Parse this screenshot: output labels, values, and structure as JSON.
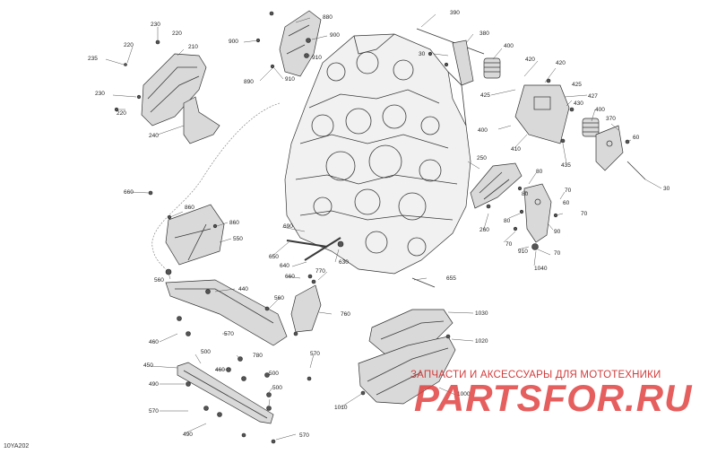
{
  "diagram_code": "10YA202",
  "watermark": {
    "tagline": "ЗАПЧАСТИ И АКСЕССУАРЫ ДЛЯ МОТОТЕХНИКИ",
    "logo_text": "PARTSFOR.RU"
  },
  "callouts": [
    {
      "id": "c230a",
      "text": "230"
    },
    {
      "id": "c220a",
      "text": "220"
    },
    {
      "id": "c220b",
      "text": "220"
    },
    {
      "id": "c235",
      "text": "235"
    },
    {
      "id": "c210",
      "text": "210"
    },
    {
      "id": "c230b",
      "text": "230"
    },
    {
      "id": "c220c",
      "text": "220"
    },
    {
      "id": "c240",
      "text": "240"
    },
    {
      "id": "c880",
      "text": "880"
    },
    {
      "id": "c900a",
      "text": "900"
    },
    {
      "id": "c900b",
      "text": "900"
    },
    {
      "id": "c910a",
      "text": "910"
    },
    {
      "id": "c910b",
      "text": "910"
    },
    {
      "id": "c890",
      "text": "890"
    },
    {
      "id": "c390",
      "text": "390"
    },
    {
      "id": "c380",
      "text": "380"
    },
    {
      "id": "c30a",
      "text": "30"
    },
    {
      "id": "c400a",
      "text": "400"
    },
    {
      "id": "c420a",
      "text": "420"
    },
    {
      "id": "c420b",
      "text": "420"
    },
    {
      "id": "c425a",
      "text": "425"
    },
    {
      "id": "c425b",
      "text": "425"
    },
    {
      "id": "c427",
      "text": "427"
    },
    {
      "id": "c430",
      "text": "430"
    },
    {
      "id": "c400b",
      "text": "400"
    },
    {
      "id": "c370",
      "text": "370"
    },
    {
      "id": "c410",
      "text": "410"
    },
    {
      "id": "c435",
      "text": "435"
    },
    {
      "id": "c60a",
      "text": "60"
    },
    {
      "id": "c30b",
      "text": "30"
    },
    {
      "id": "c250",
      "text": "250"
    },
    {
      "id": "c80a",
      "text": "80"
    },
    {
      "id": "c80b",
      "text": "80"
    },
    {
      "id": "c70a",
      "text": "70"
    },
    {
      "id": "c70b",
      "text": "70"
    },
    {
      "id": "c60b",
      "text": "60"
    },
    {
      "id": "c80c",
      "text": "80"
    },
    {
      "id": "c90",
      "text": "90"
    },
    {
      "id": "c70c",
      "text": "70"
    },
    {
      "id": "c910c",
      "text": "910"
    },
    {
      "id": "c70d",
      "text": "70"
    },
    {
      "id": "c1040",
      "text": "1040"
    },
    {
      "id": "c260",
      "text": "260"
    },
    {
      "id": "c660",
      "text": "660"
    },
    {
      "id": "c860a",
      "text": "860"
    },
    {
      "id": "c860b",
      "text": "860"
    },
    {
      "id": "c550",
      "text": "550"
    },
    {
      "id": "c690",
      "text": "690"
    },
    {
      "id": "c650",
      "text": "650"
    },
    {
      "id": "c640",
      "text": "640"
    },
    {
      "id": "c630",
      "text": "630"
    },
    {
      "id": "c660b",
      "text": "660"
    },
    {
      "id": "c770",
      "text": "770"
    },
    {
      "id": "c655",
      "text": "655"
    },
    {
      "id": "c560a",
      "text": "560"
    },
    {
      "id": "c440",
      "text": "440"
    },
    {
      "id": "c560b",
      "text": "560"
    },
    {
      "id": "c760",
      "text": "760"
    },
    {
      "id": "c1030",
      "text": "1030"
    },
    {
      "id": "c460a",
      "text": "460"
    },
    {
      "id": "c570a",
      "text": "570"
    },
    {
      "id": "c1020",
      "text": "1020"
    },
    {
      "id": "c500a",
      "text": "500"
    },
    {
      "id": "c780",
      "text": "780"
    },
    {
      "id": "c570b",
      "text": "570"
    },
    {
      "id": "c450",
      "text": "450"
    },
    {
      "id": "c460b",
      "text": "460"
    },
    {
      "id": "c500b",
      "text": "500"
    },
    {
      "id": "c490a",
      "text": "490"
    },
    {
      "id": "c500c",
      "text": "500"
    },
    {
      "id": "c570c",
      "text": "570"
    },
    {
      "id": "c1010",
      "text": "1010"
    },
    {
      "id": "c1000",
      "text": "1000"
    },
    {
      "id": "c490b",
      "text": "490"
    },
    {
      "id": "c570d",
      "text": "570"
    }
  ]
}
